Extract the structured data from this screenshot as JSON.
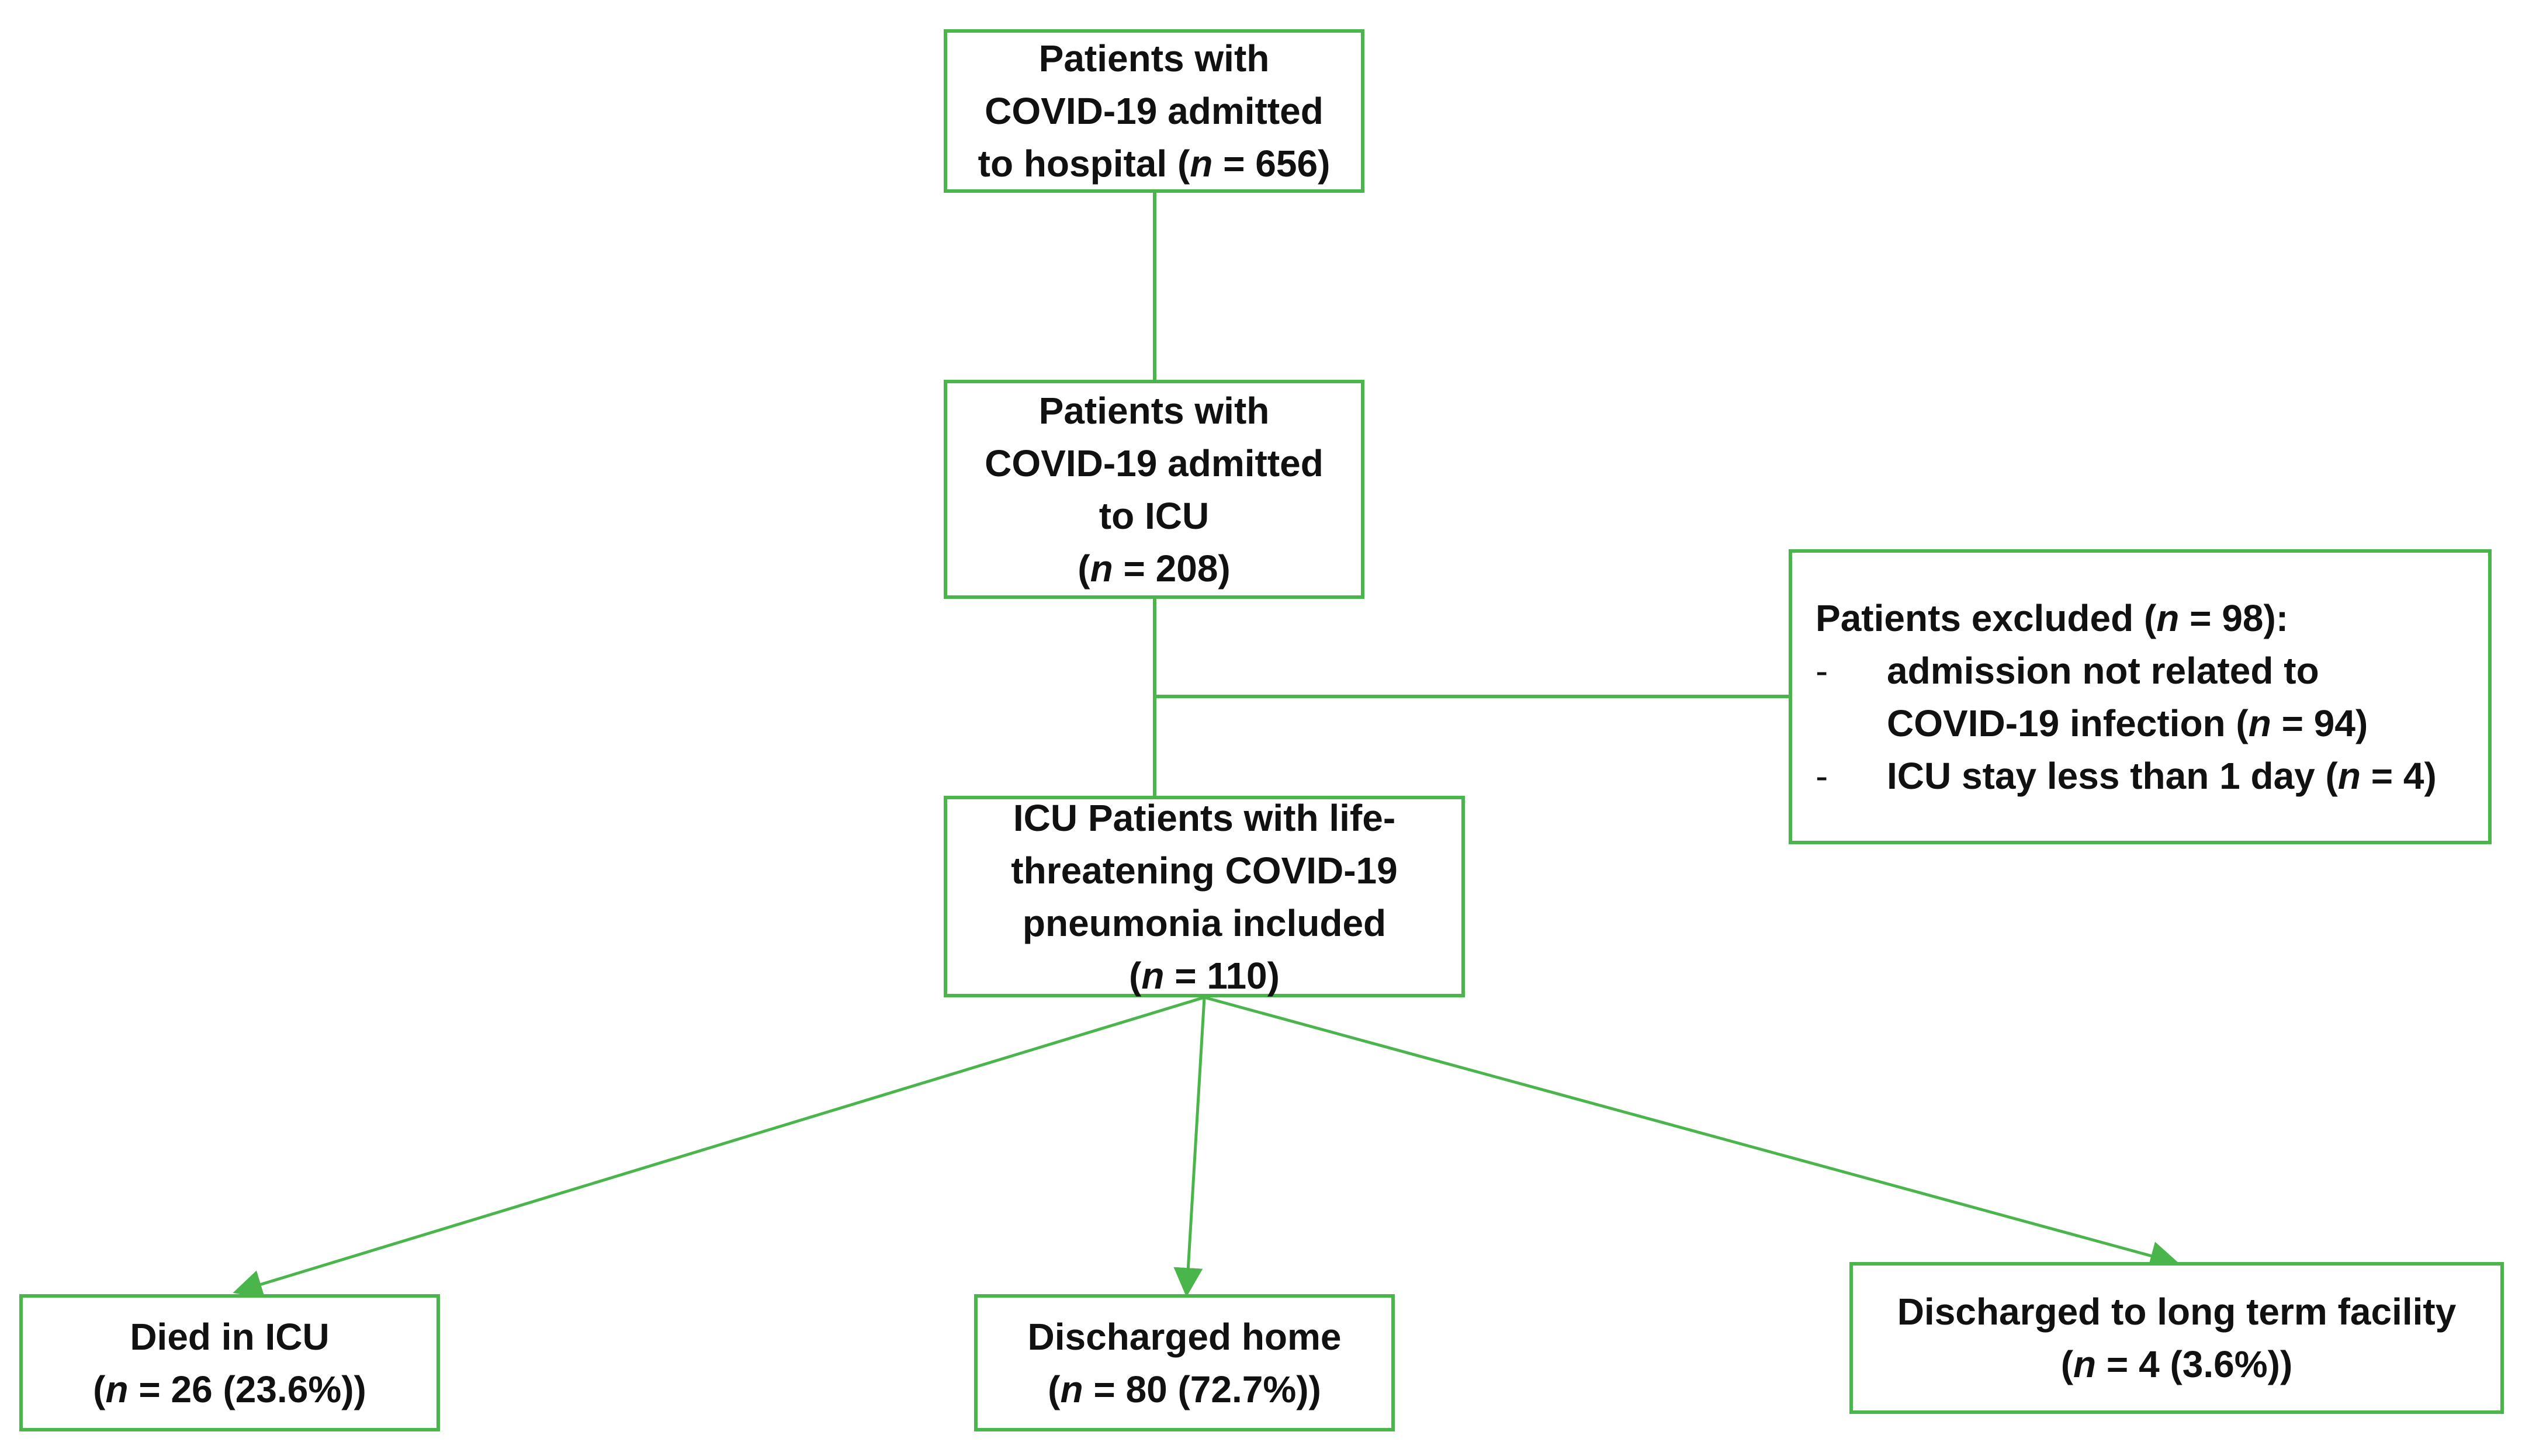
{
  "colors": {
    "accent": "#4ab54a",
    "text": "#111111"
  },
  "boxes": {
    "hospital": {
      "lines": [
        "Patients with",
        "COVID-19 admitted",
        "to hospital ("
      ],
      "n_italic": "n",
      "n_value": " = 656)"
    },
    "icu": {
      "lines": [
        "Patients with",
        "COVID-19 admitted",
        "to ICU"
      ],
      "n_open": "(",
      "n_italic": "n",
      "n_value": " = 208)"
    },
    "included": {
      "lines": [
        "ICU Patients with life-",
        "threatening  COVID-19",
        "pneumonia included"
      ],
      "n_open": "(",
      "n_italic": "n",
      "n_value": " = 110)"
    },
    "excluded": {
      "title_prefix": "Patients excluded (",
      "title_italic": "n",
      "title_suffix": " = 98):",
      "bullet_marker": "-",
      "bullet1_line1": "admission not related to",
      "bullet1_line2_prefix": "COVID-19 infection (",
      "bullet1_italic": "n",
      "bullet1_suffix": " = 94)",
      "bullet2_prefix": "ICU stay less than 1 day (",
      "bullet2_italic": "n",
      "bullet2_suffix": " = 4)"
    },
    "died": {
      "label": "Died in ICU",
      "n_open": "(",
      "n_italic": "n",
      "n_value": " = 26 (23.6%))"
    },
    "home": {
      "label": "Discharged home",
      "n_open": "(",
      "n_italic": "n",
      "n_value": " = 80 (72.7%))"
    },
    "facility": {
      "label": "Discharged to long term facility",
      "n_open": "(",
      "n_italic": "n",
      "n_value": " = 4 (3.6%))"
    }
  }
}
